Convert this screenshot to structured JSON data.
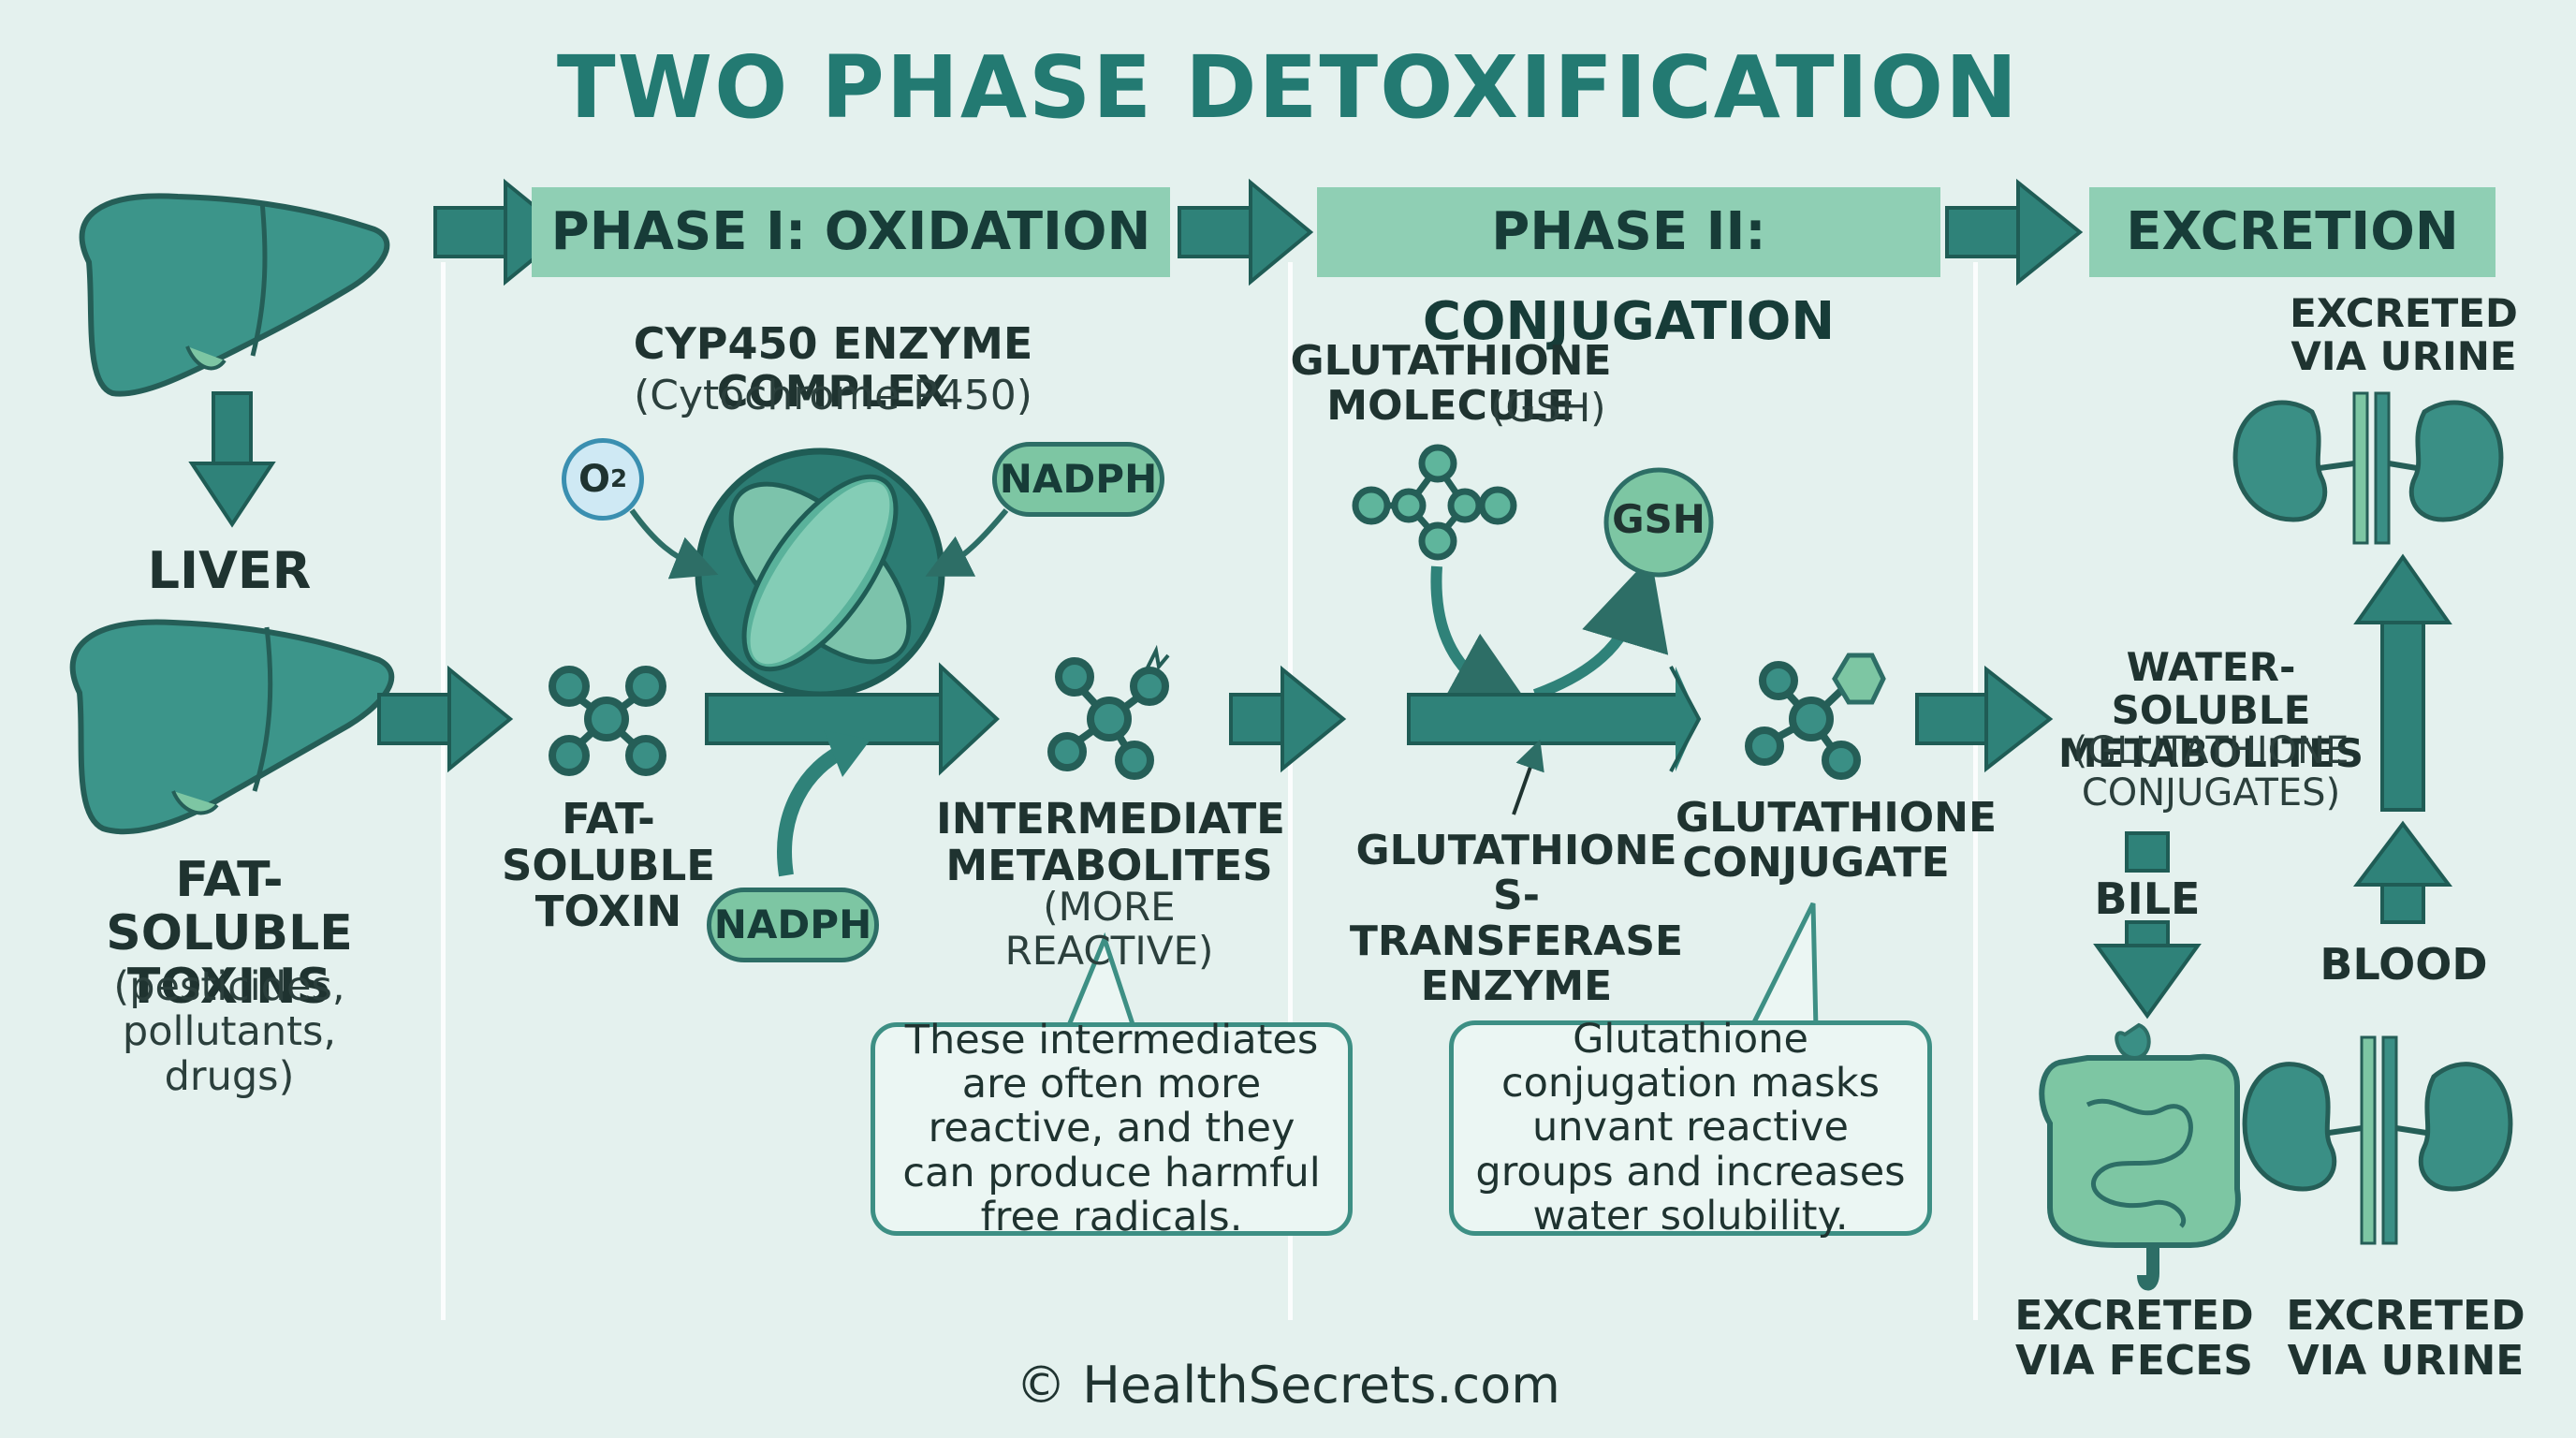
{
  "title": "TWO PHASE DETOXIFICATION",
  "banners": {
    "phase1": "PHASE I: OXIDATION",
    "phase2": "PHASE II: CONJUGATION",
    "excretion": "EXCRETION"
  },
  "liver": {
    "label": "LIVER",
    "toxins_title": "FAT-SOLUBLE TOXINS",
    "toxins_examples": "(pesticides, pollutants, drugs)"
  },
  "phase1": {
    "enzyme_title": "CYP450 ENZYME COMPLEX",
    "enzyme_subtitle": "(Cytochrome P450)",
    "oxygen": "O",
    "oxygen_subscript": "2",
    "nadph_top": "NADPH",
    "nadph_bottom": "NADPH",
    "toxin_label": "FAT-SOLUBLE TOXIN",
    "intermediate_title": "INTERMEDIATE METABOLITES",
    "intermediate_sub": "(MORE REACTIVE)",
    "callout": "These intermediates are often more reactive, and they can produce harmful free radicals."
  },
  "phase2": {
    "glutathione_title": "GLUTATHIONE MOLECULE",
    "glutathione_abbr": "(GSH)",
    "gsh_badge": "GSH",
    "enzyme_label": "GLUTATHIONE S-TRANSFERASE ENZYME",
    "conjugate_label": "GLUTATHIONE CONJUGATE",
    "callout": "Glutathione conjugation masks unvant reactive groups and increases water solubility."
  },
  "excretion": {
    "urine_top": "EXCRETED VIA URINE",
    "metabolites_title": "WATER-SOLUBLE METABOLITES",
    "metabolites_sub": "(GLUTATHIONE CONJUGATES)",
    "bile": "BILE",
    "blood": "BLOOD",
    "feces": "EXCRETED VIA FECES",
    "urine_bottom": "EXCRETED VIA URINE"
  },
  "footer": "© HealthSecrets.com",
  "colors": {
    "background": "#e4f1ee",
    "teal_dark": "#2d6e66",
    "teal": "#3a8f85",
    "banner": "#8fcfb4",
    "title": "#237a72"
  }
}
